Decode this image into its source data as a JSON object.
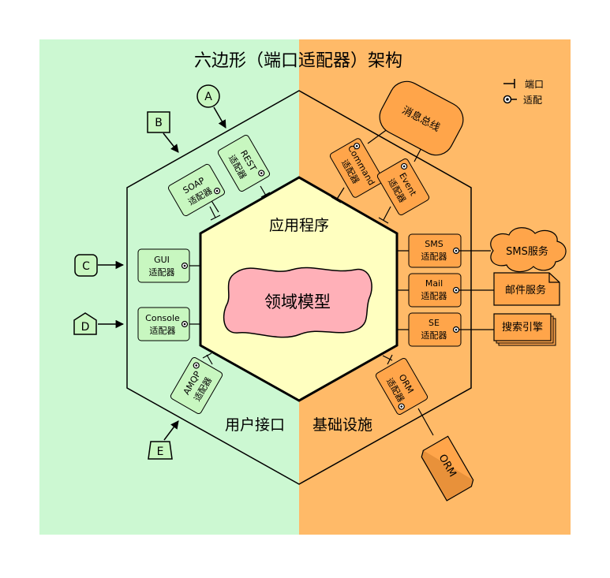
{
  "diagram": {
    "title": "六边形（端口适配器）架构",
    "legend": {
      "port_label": "端口",
      "adapter_label": "适配"
    },
    "zones": {
      "left_label": "用户接口",
      "right_label": "基础设施"
    },
    "application_label": "应用程序",
    "domain_label": "领域模型",
    "message_bus": "消息总线",
    "adapters": {
      "rest": [
        "REST",
        "适配器"
      ],
      "soap": [
        "SOAP",
        "适配器"
      ],
      "gui": [
        "GUI",
        "适配器"
      ],
      "console": [
        "Console",
        "适配器"
      ],
      "amqp": [
        "AMQP",
        "适配器"
      ],
      "command": [
        "Command",
        "适配器"
      ],
      "event": [
        "Event",
        "适配器"
      ],
      "sms": [
        "SMS",
        "适配器"
      ],
      "mail": [
        "Mail",
        "适配器"
      ],
      "se": [
        "SE",
        "适配器"
      ],
      "orm": [
        "ORM",
        "适配器"
      ]
    },
    "services": {
      "sms": "SMS服务",
      "mail": "邮件服务",
      "search": "搜索引擎",
      "orm_db": "ORM"
    },
    "clients": {
      "a": "A",
      "b": "B",
      "c": "C",
      "d": "D",
      "e": "E"
    },
    "colors": {
      "left_bg": "#ccf8d2",
      "right_bg": "#ffba68",
      "core_fill": "#ffffc0",
      "domain_fill": "#ffb0b8",
      "green_box": "#c8f7c0",
      "orange_box": "#ffa54a"
    }
  }
}
